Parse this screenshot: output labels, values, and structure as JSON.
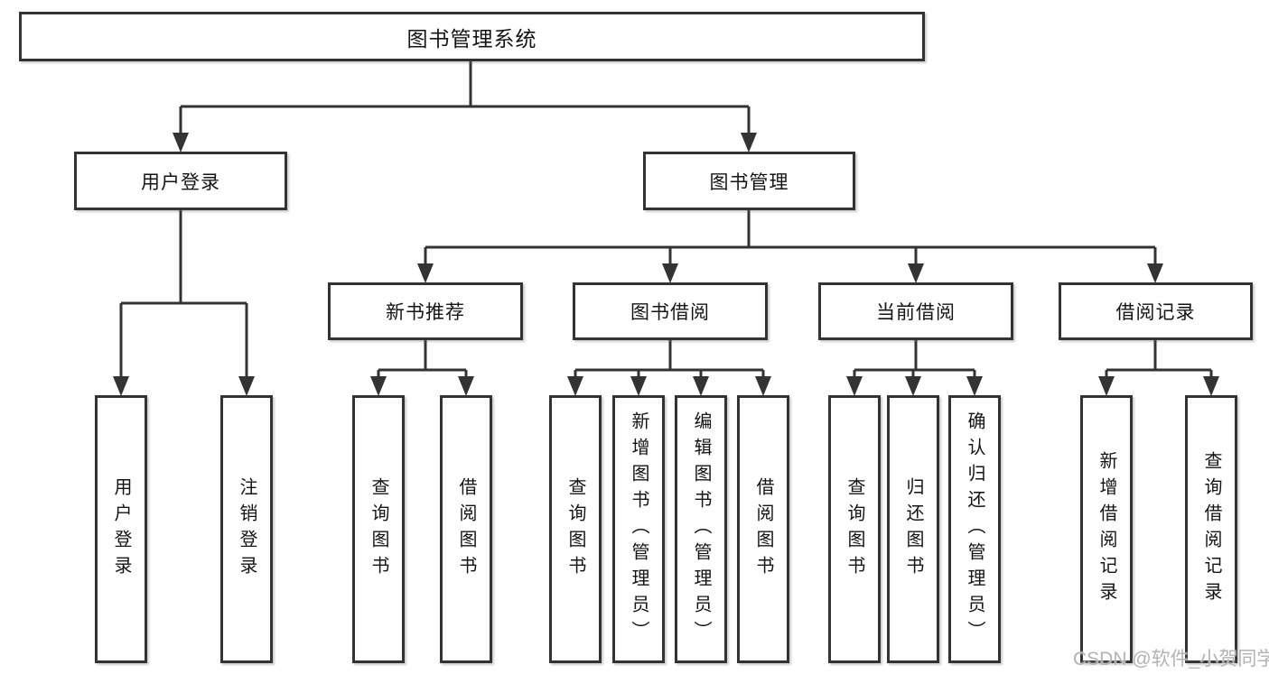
{
  "diagram": {
    "type": "hierarchy-tree",
    "tree": {
      "root": {
        "label": "图书管理系统"
      },
      "children": [
        {
          "label": "用户登录",
          "children": [
            {
              "label": "用户登录"
            },
            {
              "label": "注销登录"
            }
          ]
        },
        {
          "label": "图书管理",
          "children": [
            {
              "label": "新书推荐",
              "children": [
                {
                  "label": "查询图书"
                },
                {
                  "label": "借阅图书"
                }
              ]
            },
            {
              "label": "图书借阅",
              "children": [
                {
                  "label": "查询图书"
                },
                {
                  "label": "新增图书（管理员）"
                },
                {
                  "label": "编辑图书（管理员）"
                },
                {
                  "label": "借阅图书"
                }
              ]
            },
            {
              "label": "当前借阅",
              "children": [
                {
                  "label": "查询图书"
                },
                {
                  "label": "归还图书"
                },
                {
                  "label": "确认归还（管理员）"
                }
              ]
            },
            {
              "label": "借阅记录",
              "children": [
                {
                  "label": "新增借阅记录"
                },
                {
                  "label": "查询借阅记录"
                }
              ]
            }
          ]
        }
      ]
    },
    "colors": {
      "line": "#333333",
      "box_border": "#333333",
      "box_fill": "#ffffff",
      "text": "#141414",
      "background": "#ffffff",
      "watermark": "#b3b3b3"
    }
  },
  "watermark": "CSDN @软件_小贺同学"
}
